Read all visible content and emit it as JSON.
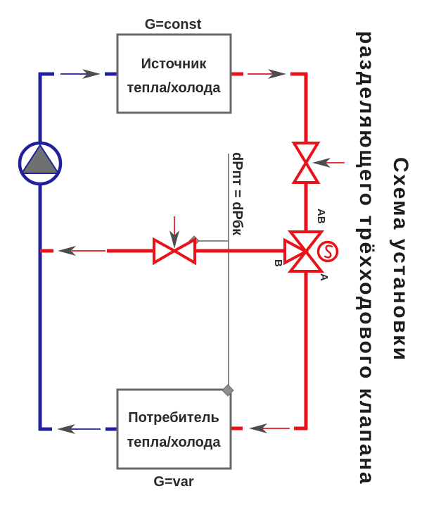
{
  "title": {
    "line1": "Схема установки",
    "line2": "разделяющего трёхходового клапана"
  },
  "boxes": {
    "source": {
      "line1": "Источник",
      "line2": "тепла/холода",
      "flow": "G=const"
    },
    "consumer": {
      "line1": "Потребитель",
      "line2": "тепла/холода",
      "flow": "G=var"
    }
  },
  "annotations": {
    "pressure_equation": "dPпт = dPбк"
  },
  "valve_ports": {
    "ab": "AB",
    "b": "B",
    "a": "A"
  },
  "icons": {
    "pump": "pump-icon",
    "balancing_valve": "balancing-valve-icon",
    "control_valve": "control-valve-icon",
    "three_way_valve": "three-way-valve-icon",
    "actuator": "valve-actuator-icon",
    "flow_arrow": "flow-arrow-icon",
    "pressure_tap": "pressure-tap-diamond-icon"
  },
  "colors": {
    "blue": "#20209a",
    "red": "#e91219",
    "gray": "#7a7a7a",
    "boxborder": "#676767",
    "text": "#2a2a2a",
    "arrow": "#4d4d4d",
    "diamond": "#8f8f8f"
  }
}
